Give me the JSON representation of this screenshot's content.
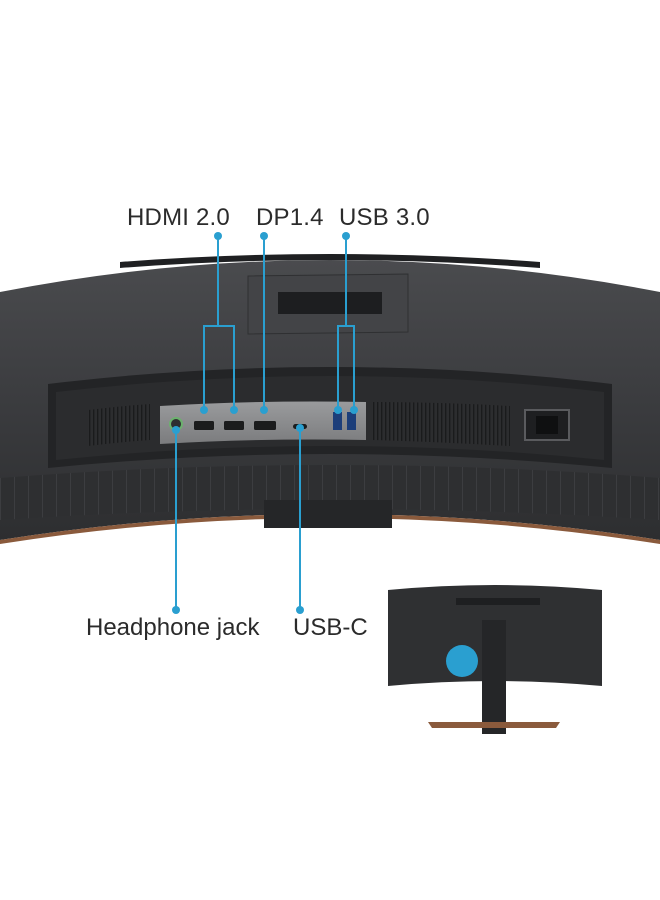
{
  "callouts": {
    "hdmi": "HDMI 2.0",
    "dp": "DP1.4",
    "usb": "USB 3.0",
    "headphone": "Headphone jack",
    "usbc": "USB-C"
  },
  "colors": {
    "accent": "#2a9fd0",
    "monitor_shell": "#3a3b3d",
    "io_panel": "#8c8d8f",
    "stand_copper": "#8a5a3c",
    "background": "#ffffff"
  }
}
